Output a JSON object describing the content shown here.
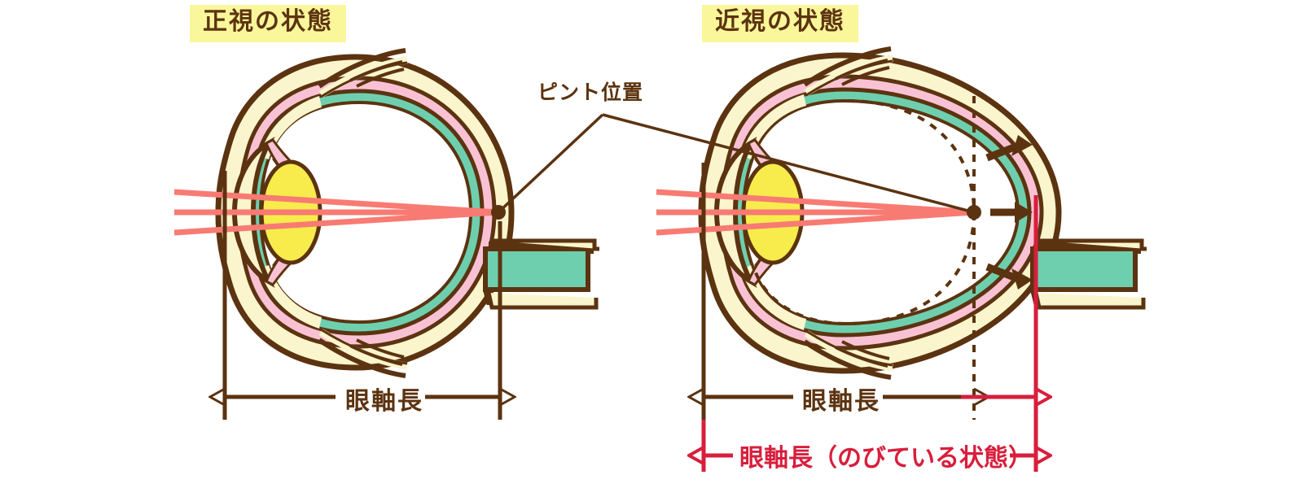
{
  "figure": {
    "kind": "anatomical-diagram",
    "subject": "eye-axial-length-comparison",
    "background": "#ffffff"
  },
  "palette": {
    "outline": "#5C3310",
    "sclera": "#FAF5CD",
    "choroid": "#F9C2D4",
    "retina": "#6ECFAE",
    "lens": "#F7EC4B",
    "ciliary": "#D6EAF2",
    "optic_nerve": "#6ECFAE",
    "light_ray": "#F87B73",
    "highlight_bg": "#FAF79B",
    "red_accent": "#D81E3C",
    "label_text": "#5C3310"
  },
  "panels": [
    {
      "id": "emmetropia",
      "title": "正視の状態",
      "axial_label": "眼軸長",
      "focus_on_retina": true,
      "ray_count": 3
    },
    {
      "id": "myopia",
      "title": "近視の状態",
      "axial_label": "眼軸長",
      "axial_elongated_label": "眼軸長（のびている状態）",
      "focus_on_retina": false,
      "ray_count": 3,
      "elongation_arrows": 3,
      "dashed_reference_outline": true
    }
  ],
  "annotations": {
    "focus_point_label": "ピント位置"
  },
  "chart_data": {
    "type": "diagram",
    "title": "正視の状態 / 近視の状態",
    "categories": [
      "正視の状態",
      "近視の状態"
    ],
    "series": [
      {
        "name": "眼軸長",
        "values": [
          1.0,
          1.0
        ],
        "unit": "relative"
      },
      {
        "name": "眼軸長（のびている状態）",
        "values": [
          null,
          1.18
        ],
        "unit": "relative"
      }
    ],
    "annotations": [
      "ピント位置"
    ],
    "legend_position": "none",
    "grid": false
  }
}
